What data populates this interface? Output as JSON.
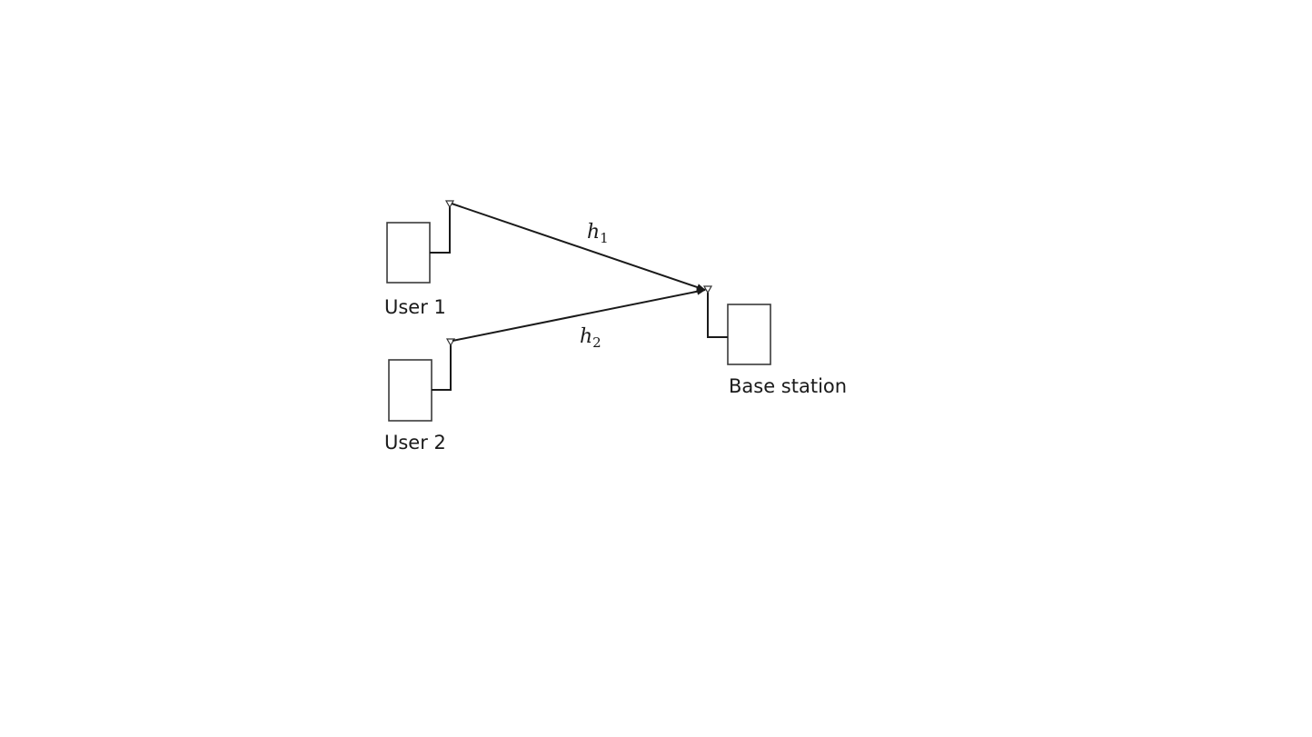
{
  "nodes": {
    "user1": {
      "label": "User 1"
    },
    "user2": {
      "label": "User 2"
    },
    "base_station": {
      "label": "Base station"
    }
  },
  "links": [
    {
      "id": "h1",
      "symbol": "h",
      "subscript": "1",
      "from": "User 1",
      "to": "Base station"
    },
    {
      "id": "h2",
      "symbol": "h",
      "subscript": "2",
      "from": "User 2",
      "to": "Base station"
    }
  ],
  "colors": {
    "stroke": "#1a1a1a",
    "box_stroke": "#3a3a3a",
    "background": "#ffffff"
  }
}
